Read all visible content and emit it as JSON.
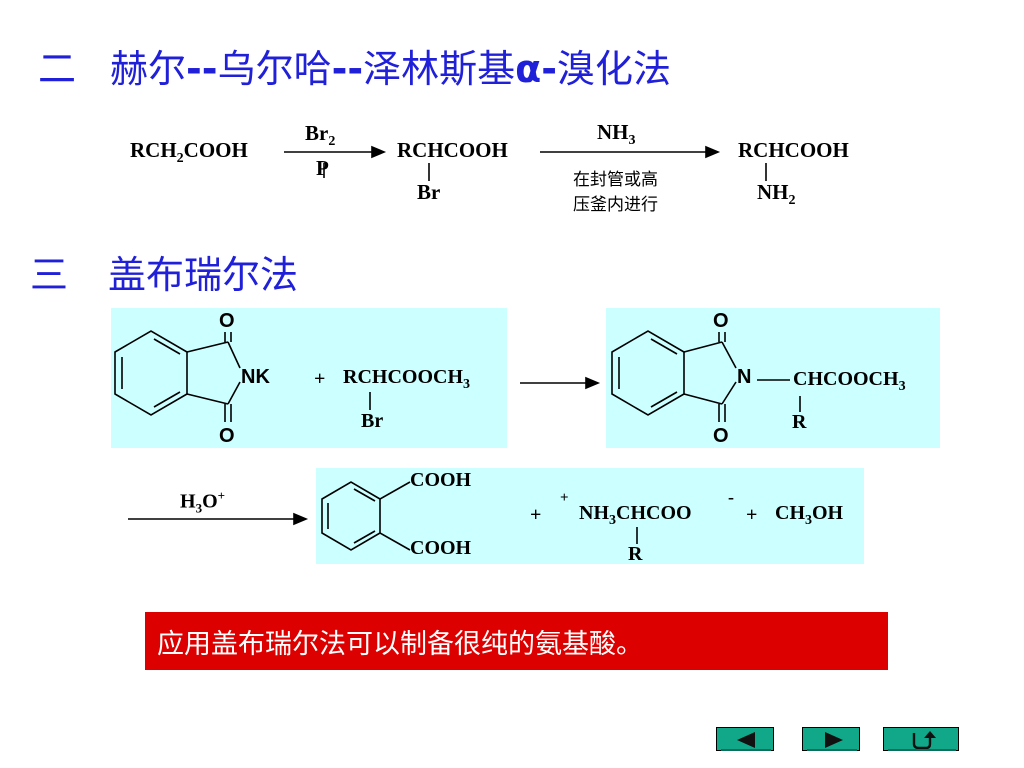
{
  "section2": {
    "number": "二",
    "title_a": "赫尔",
    "title_b": "--",
    "title_c": "乌尔哈",
    "title_d": "--",
    "title_e": "泽林斯基",
    "title_f": "α-",
    "title_g": "溴化法"
  },
  "reaction1": {
    "start": "RCH",
    "start_sub": "2",
    "start_tail": "COOH",
    "reagent1_top": "Br",
    "reagent1_top_sub": "2",
    "reagent1_bottom": "P",
    "product1": "RCHCOOH",
    "product1_sub": "Br",
    "reagent2_top": "NH",
    "reagent2_top_sub": "3",
    "condition_line1": "在封管或高",
    "condition_line2": "压釜内进行",
    "product2": "RCHCOOH",
    "product2_sub": "NH",
    "product2_sub_sub": "2"
  },
  "section3": {
    "number": "三",
    "title": "盖布瑞尔法"
  },
  "gabriel1": {
    "o_top": "O",
    "o_bottom": "O",
    "nk": "NK",
    "plus": "+",
    "reactant": "RCHCOOCH",
    "reactant_sub": "3",
    "reactant_br": "Br"
  },
  "gabriel2": {
    "o_top": "O",
    "o_bottom": "O",
    "n": "N",
    "chain": "CHCOOCH",
    "chain_sub": "3",
    "r": "R"
  },
  "hydrolysis": {
    "reagent": "H",
    "reagent_sub": "3",
    "reagent_tail": "O",
    "reagent_sup": "+",
    "cooh_top": "COOH",
    "cooh_bottom": "COOH",
    "plus1": "+",
    "plus_charge": "+",
    "amino": "NH",
    "amino_sub": "3",
    "amino_tail": "CHCOO",
    "minus_charge": "-",
    "plus2": "+",
    "methanol": "CH",
    "methanol_sub": "3",
    "methanol_tail": "OH",
    "r": "R"
  },
  "note": {
    "text": "应用盖布瑞尔法可以制备很纯的氨基酸。"
  },
  "colors": {
    "heading": "#2020d8",
    "panel": "#ccffff",
    "note_bg": "#dd0000",
    "nav": "#11a88a"
  },
  "nav": {
    "icons": [
      "prev-triangle",
      "next-triangle",
      "return-arrow"
    ]
  }
}
